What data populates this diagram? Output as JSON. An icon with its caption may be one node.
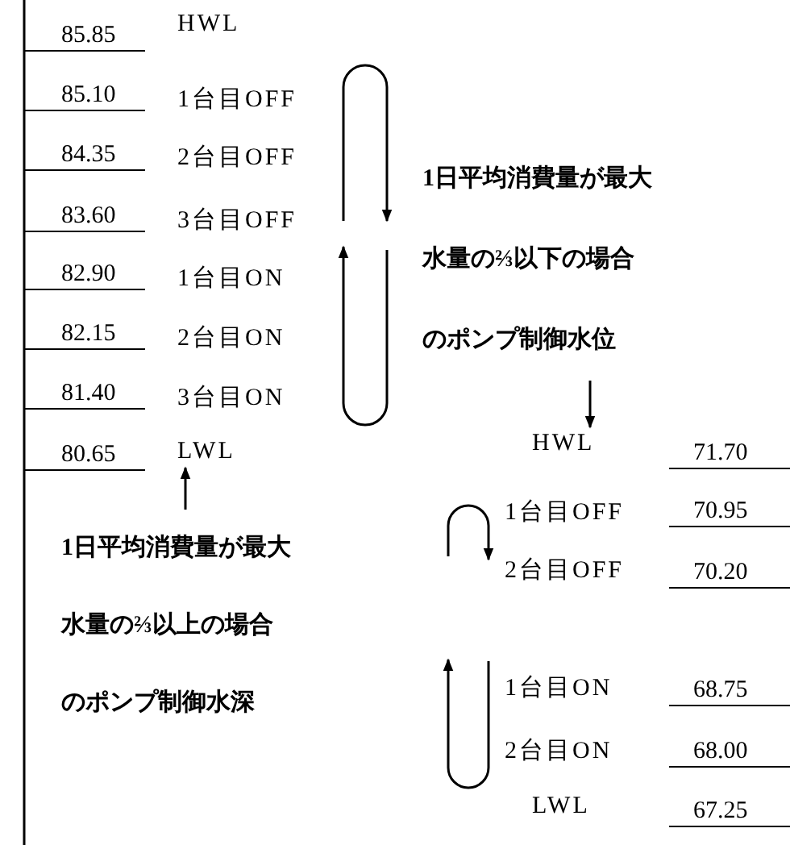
{
  "diagram": {
    "nodes": [
      {
        "text": [
          "LWL"
        ]
      },
      {
        "text": [
          "1日平均消費量が最大水量の⅔以上の場合のポンプ制御水深"
        ]
      },
      {
        "text": [
          "1日平均消費量が最大水量の⅔以下の場合のポンプ制御水位"
        ]
      },
      {
        "text": [
          "HWL"
        ]
      }
    ],
    "edges": [
      {
        "from": 1,
        "to": 0,
        "arrow": "to"
      },
      {
        "from": 2,
        "to": 3,
        "arrow": "to"
      }
    ],
    "labels": [
      "85.85",
      "HWL",
      "85.10",
      "1台目OFF",
      "84.35",
      "2台目OFF",
      "83.60",
      "3台目OFF",
      "82.90",
      "1台目ON",
      "82.15",
      "2台目ON",
      "81.40",
      "3台目ON",
      "80.65",
      "71.70",
      "1台目OFF",
      "70.95",
      "2台目OFF",
      "70.20",
      "1台目ON",
      "68.75",
      "2台目ON",
      "68.00",
      "LWL",
      "67.25"
    ]
  }
}
